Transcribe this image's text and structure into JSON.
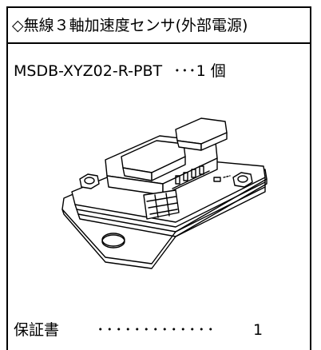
{
  "header": {
    "title": "◇無線３軸加速度センサ(外部電源)"
  },
  "item": {
    "part_number": "MSDB-XYZ02-R-PBT",
    "leader": "･･･",
    "quantity": "1 個"
  },
  "illustration": {
    "icon": "sensor-board-illustration"
  },
  "warranty": {
    "label": "保証書",
    "leader": "･････････････",
    "quantity": "1"
  }
}
